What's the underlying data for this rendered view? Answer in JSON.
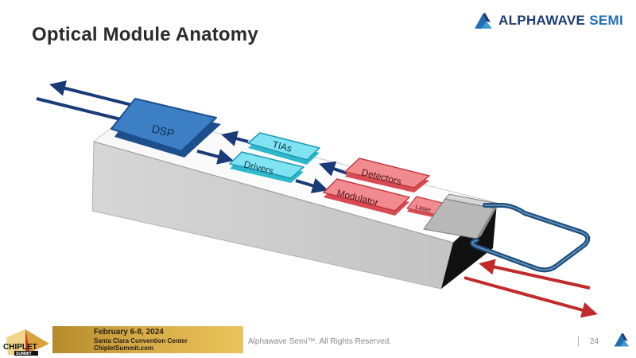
{
  "slide": {
    "title": "Optical Module Anatomy",
    "page_number": "24"
  },
  "brand": {
    "name_part1": "ALPHAWAVE",
    "name_part2": "SEMI"
  },
  "diagram": {
    "blocks": {
      "dsp": "DSP",
      "tias": "TIAs",
      "drivers": "Drivers",
      "detectors": "Detectors",
      "modulator": "Modulator",
      "laser": "Laser"
    },
    "colors": {
      "dsp": "#3d7fc4",
      "tia_driver": "#7fe3f2",
      "optical": "#f28b8f",
      "electrical_arrow": "#1a3a78",
      "optical_arrow": "#c22b2b",
      "fiber_loop": "#1f4d7a"
    }
  },
  "footer": {
    "event_date": "February 6-8, 2024",
    "event_venue": "Santa Clara Convention Center",
    "event_url": "ChipletSummit.com",
    "event_logo_text": "CHIPLET",
    "event_logo_subtext": "SUMMIT",
    "copyright": "Alphawave Semi™. All Rights Reserved."
  }
}
